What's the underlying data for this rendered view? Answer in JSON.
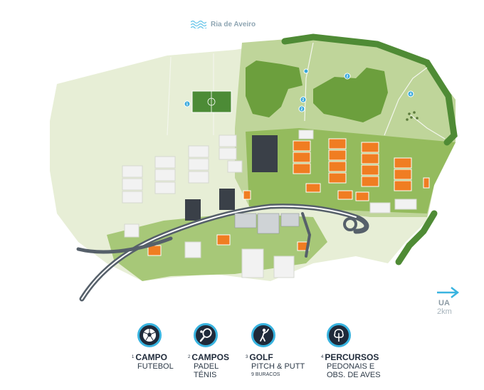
{
  "water_label": "Ria de Aveiro",
  "direction": {
    "label": "UA",
    "distance": "2km"
  },
  "markers": [
    "1",
    "2",
    "2",
    "2",
    "3",
    "4"
  ],
  "legend": [
    {
      "num": "1",
      "title": "CAMPO",
      "sub": [
        "FUTEBOL"
      ],
      "small": "",
      "icon": "soccer-ball-icon"
    },
    {
      "num": "2",
      "title": "CAMPOS",
      "sub": [
        "PADEL",
        "TÉNIS"
      ],
      "small": "",
      "icon": "tennis-racket-icon"
    },
    {
      "num": "3",
      "title": "GOLF",
      "sub": [
        "PITCH & PUTT"
      ],
      "small": "9 BURACOS",
      "icon": "golfer-icon"
    },
    {
      "num": "4",
      "title": "PERCURSOS",
      "sub": [
        "PEDONAIS E",
        "OBS. DE AVES"
      ],
      "small": "",
      "icon": "tree-icon"
    }
  ],
  "colors": {
    "light_green": "#e6edd3",
    "mid_green": "#b9d38c",
    "dark_green": "#7aa845",
    "forest": "#4f8b35",
    "orange_court": "#f07d22",
    "road": "#56606a",
    "accent_blue": "#39b4e0",
    "icon_bg": "#1f2a3a"
  }
}
